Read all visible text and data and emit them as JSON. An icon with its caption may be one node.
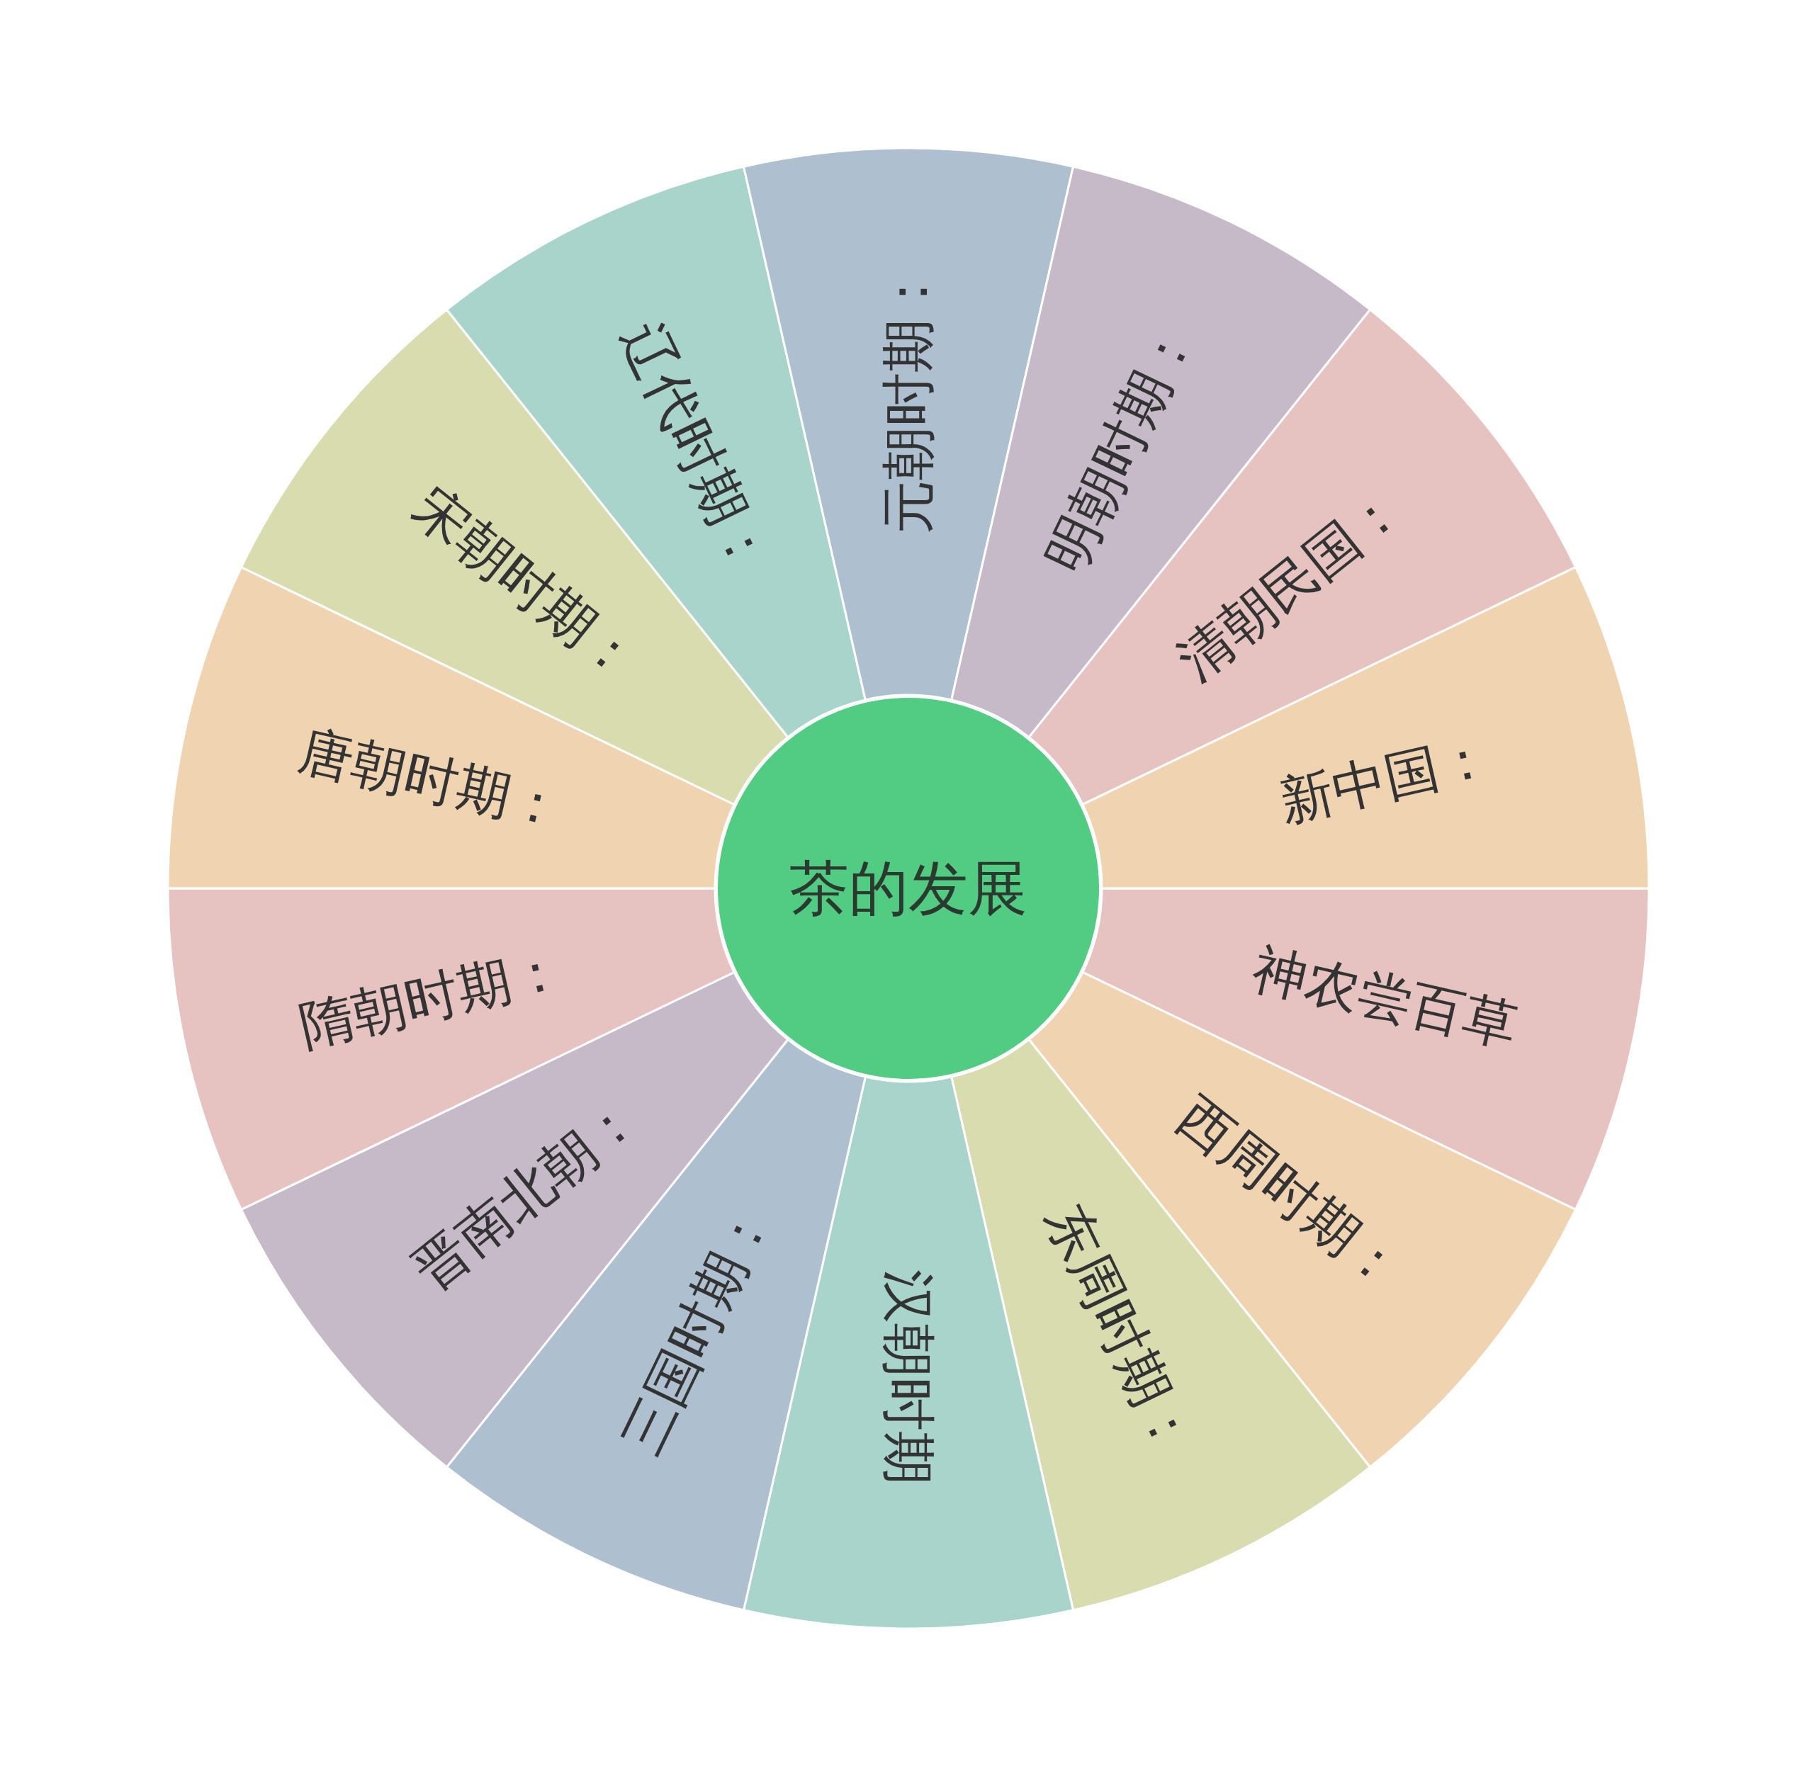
{
  "diagram": {
    "nodes": [
      {
        "text": [
          "茶的发展"
        ]
      },
      {
        "text": [
          "神农尝百草"
        ]
      },
      {
        "text": [
          "西周时期："
        ]
      },
      {
        "text": [
          "东周时期："
        ]
      },
      {
        "text": [
          "汉朝时期"
        ]
      },
      {
        "text": [
          "三国时期："
        ]
      },
      {
        "text": [
          "晋南北朝："
        ]
      },
      {
        "text": [
          "隋朝时期："
        ]
      },
      {
        "text": [
          "唐朝时期："
        ]
      },
      {
        "text": [
          "宋朝时期："
        ]
      },
      {
        "text": [
          "辽代时期："
        ]
      },
      {
        "text": [
          "元朝时期："
        ]
      },
      {
        "text": [
          "明朝时期："
        ]
      },
      {
        "text": [
          "清朝民国："
        ]
      },
      {
        "text": [
          "新中国："
        ]
      }
    ]
  }
}
